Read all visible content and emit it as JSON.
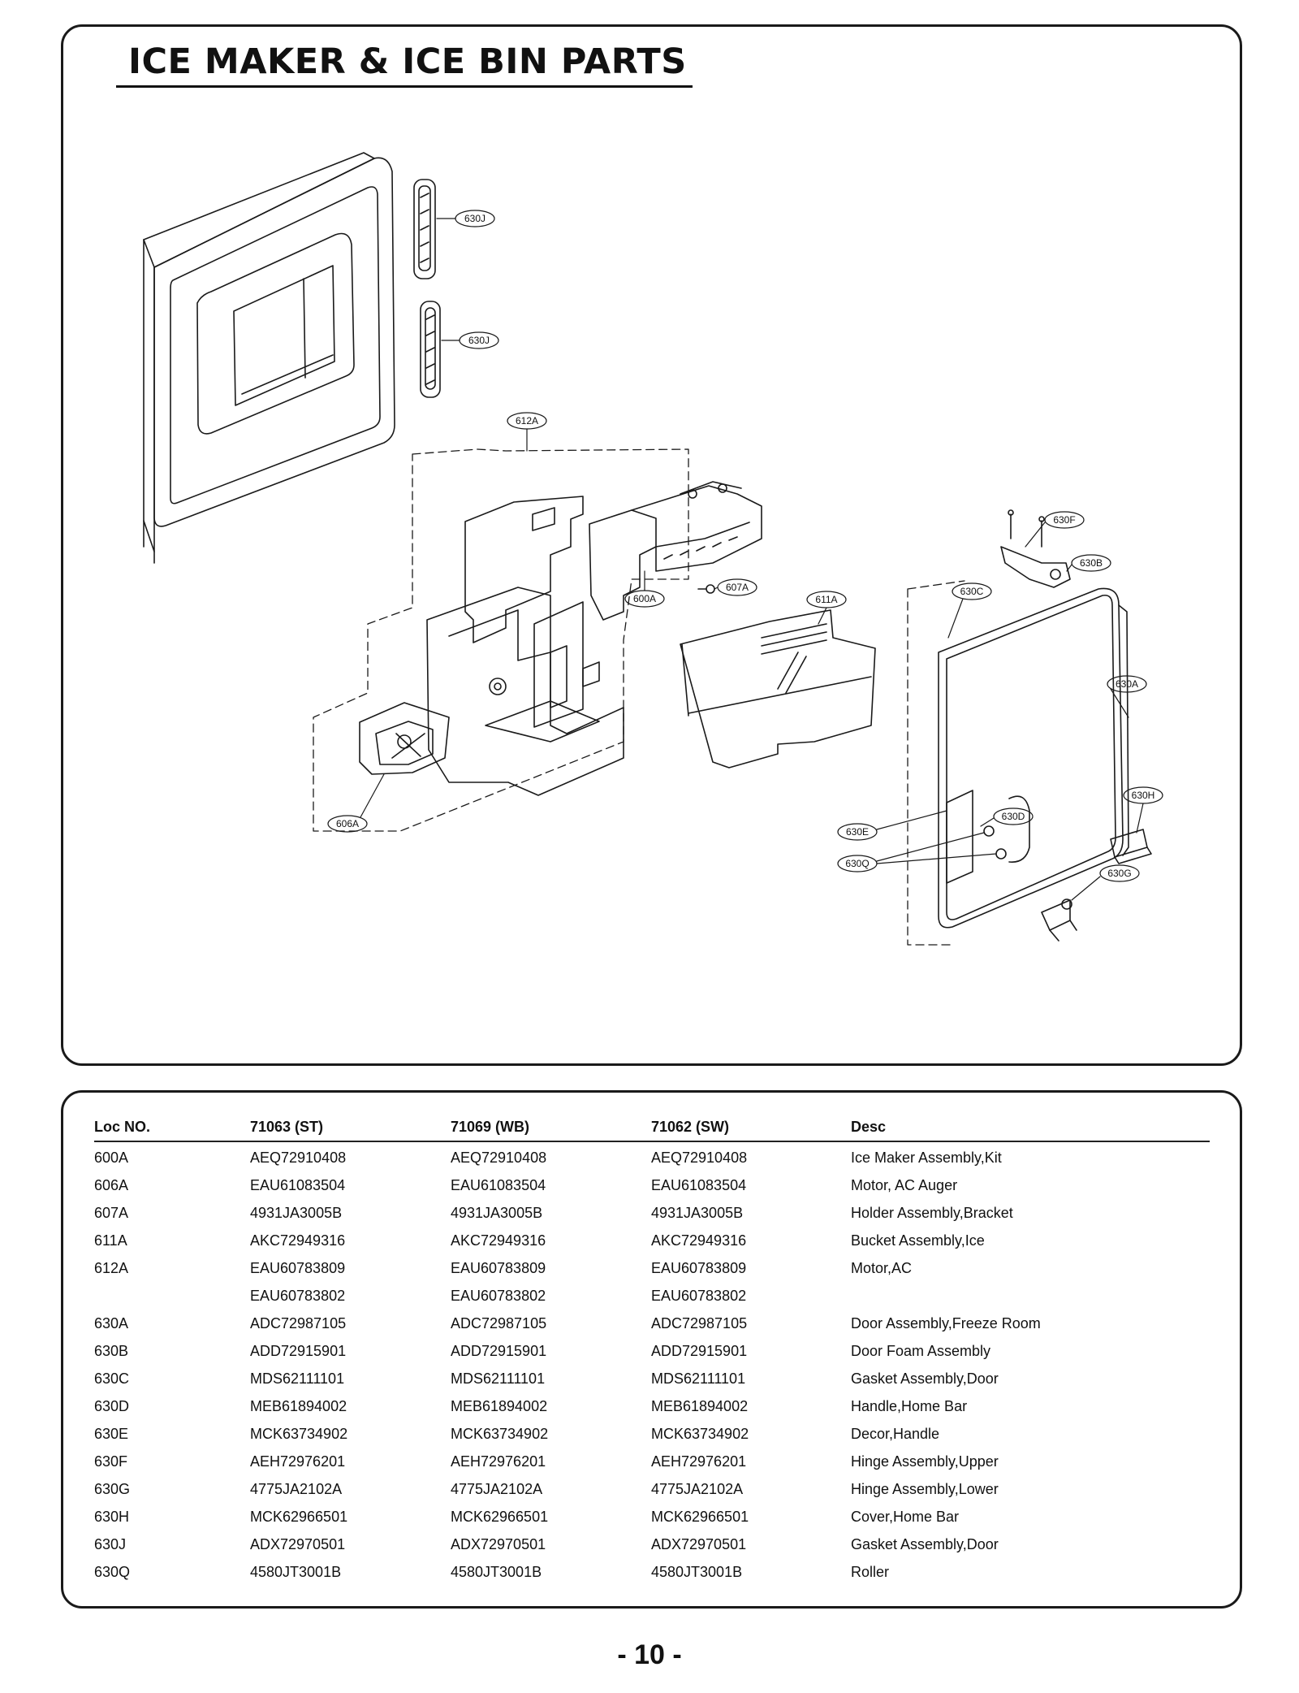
{
  "title": "ICE MAKER & ICE BIN PARTS",
  "callouts": [
    "630J",
    "630J",
    "612A",
    "600A",
    "607A",
    "606A",
    "611A",
    "630F",
    "630B",
    "630C",
    "630A",
    "630H",
    "630D",
    "630E",
    "630Q",
    "630G"
  ],
  "table": {
    "headers": [
      "Loc NO.",
      "71063 (ST)",
      "71069 (WB)",
      "71062 (SW)",
      "Desc"
    ],
    "rows": [
      [
        "600A",
        "AEQ72910408",
        "AEQ72910408",
        "AEQ72910408",
        "Ice Maker Assembly,Kit"
      ],
      [
        "606A",
        "EAU61083504",
        "EAU61083504",
        "EAU61083504",
        "Motor, AC Auger"
      ],
      [
        "607A",
        "4931JA3005B",
        "4931JA3005B",
        "4931JA3005B",
        "Holder Assembly,Bracket"
      ],
      [
        "611A",
        "AKC72949316",
        "AKC72949316",
        "AKC72949316",
        "Bucket Assembly,Ice"
      ],
      [
        "612A",
        "EAU60783809",
        "EAU60783809",
        "EAU60783809",
        "Motor,AC"
      ],
      [
        "",
        "EAU60783802",
        "EAU60783802",
        "EAU60783802",
        ""
      ],
      [
        "630A",
        "ADC72987105",
        "ADC72987105",
        "ADC72987105",
        "Door Assembly,Freeze Room"
      ],
      [
        "630B",
        "ADD72915901",
        "ADD72915901",
        "ADD72915901",
        "Door Foam Assembly"
      ],
      [
        "630C",
        "MDS62111101",
        "MDS62111101",
        "MDS62111101",
        "Gasket Assembly,Door"
      ],
      [
        "630D",
        "MEB61894002",
        "MEB61894002",
        "MEB61894002",
        "Handle,Home Bar"
      ],
      [
        "630E",
        "MCK63734902",
        "MCK63734902",
        "MCK63734902",
        "Decor,Handle"
      ],
      [
        "630F",
        "AEH72976201",
        "AEH72976201",
        "AEH72976201",
        "Hinge Assembly,Upper"
      ],
      [
        "630G",
        "4775JA2102A",
        "4775JA2102A",
        "4775JA2102A",
        "Hinge Assembly,Lower"
      ],
      [
        "630H",
        "MCK62966501",
        "MCK62966501",
        "MCK62966501",
        "Cover,Home Bar"
      ],
      [
        "630J",
        "ADX72970501",
        "ADX72970501",
        "ADX72970501",
        "Gasket Assembly,Door"
      ],
      [
        "630Q",
        "4580JT3001B",
        "4580JT3001B",
        "4580JT3001B",
        "Roller"
      ]
    ]
  },
  "page_number": "- 10 -"
}
